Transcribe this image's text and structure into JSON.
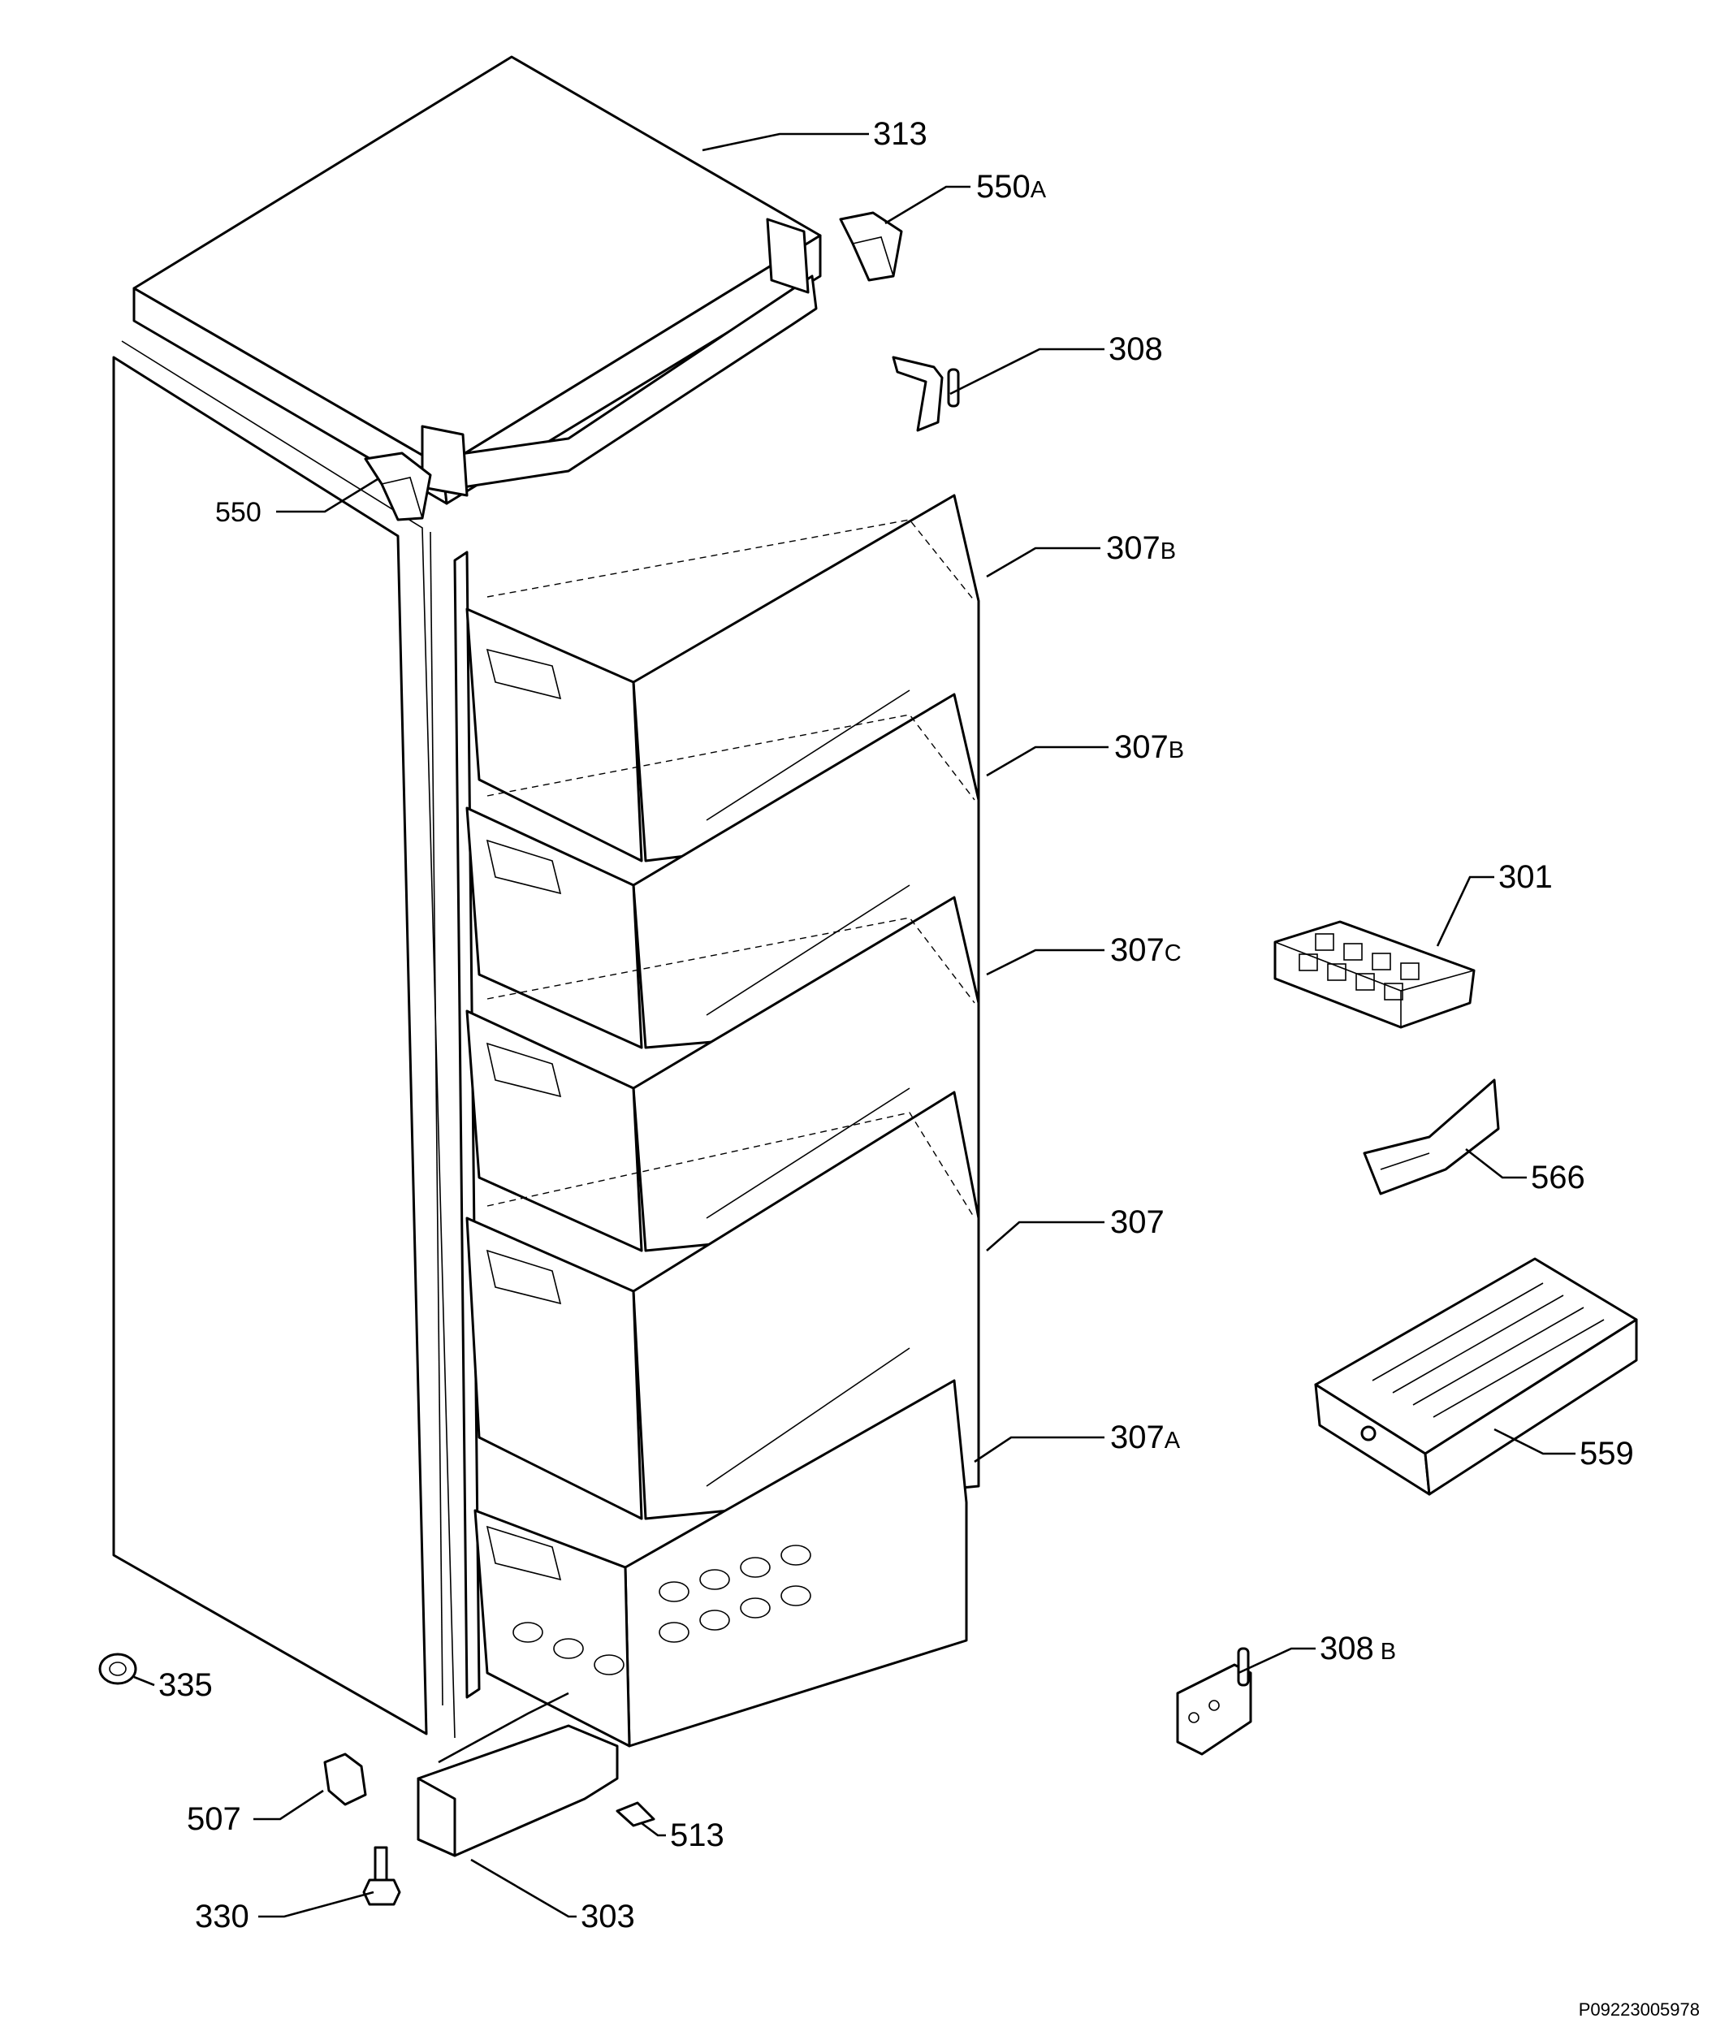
{
  "labels": [
    {
      "id": "313",
      "main": "313",
      "suffix": ""
    },
    {
      "id": "550A",
      "main": "550",
      "suffix": "A"
    },
    {
      "id": "308",
      "main": "308",
      "suffix": ""
    },
    {
      "id": "550",
      "main": "550",
      "suffix": ""
    },
    {
      "id": "307B-1",
      "main": "307",
      "suffix": "B"
    },
    {
      "id": "307B-2",
      "main": "307",
      "suffix": "B"
    },
    {
      "id": "301",
      "main": "301",
      "suffix": ""
    },
    {
      "id": "307C",
      "main": "307",
      "suffix": "C"
    },
    {
      "id": "566",
      "main": "566",
      "suffix": ""
    },
    {
      "id": "307",
      "main": "307",
      "suffix": ""
    },
    {
      "id": "307A",
      "main": "307",
      "suffix": "A"
    },
    {
      "id": "559",
      "main": "559",
      "suffix": ""
    },
    {
      "id": "308B",
      "main": "308",
      "suffix": " B"
    },
    {
      "id": "335",
      "main": "335",
      "suffix": ""
    },
    {
      "id": "507",
      "main": "507",
      "suffix": ""
    },
    {
      "id": "513",
      "main": "513",
      "suffix": ""
    },
    {
      "id": "330",
      "main": "330",
      "suffix": ""
    },
    {
      "id": "303",
      "main": "303",
      "suffix": ""
    }
  ],
  "drawing_code": "P09223005978",
  "colors": {
    "line": "#000000",
    "background": "#ffffff"
  }
}
